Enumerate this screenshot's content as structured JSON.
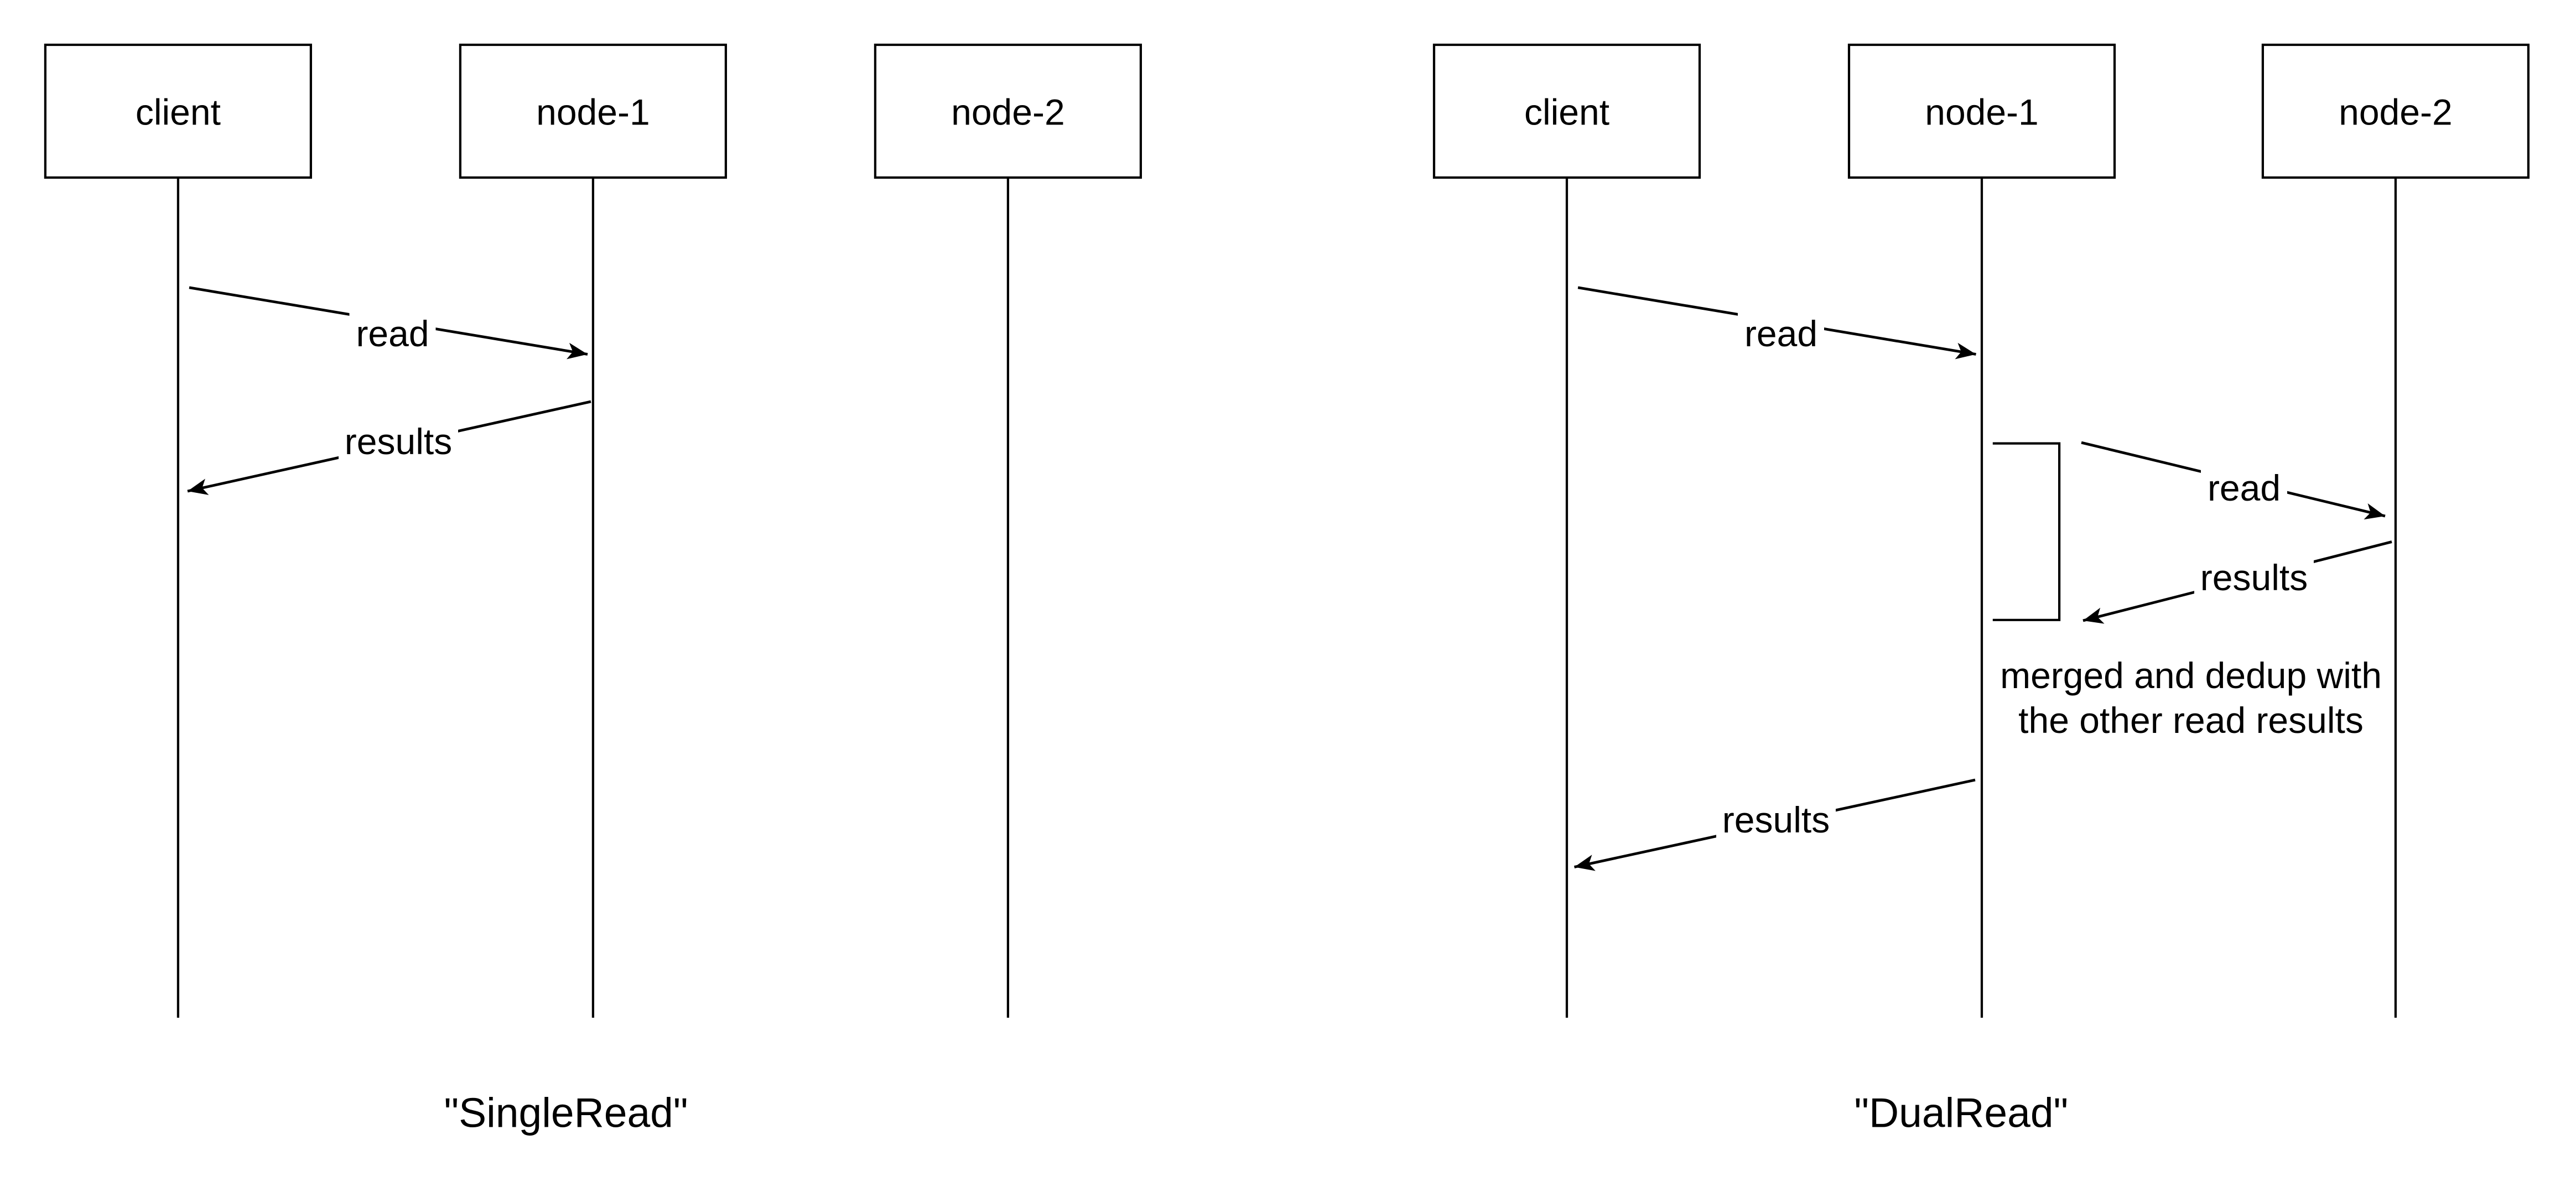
{
  "colors": {
    "ink": "#000000",
    "background": "#ffffff"
  },
  "diagrams": [
    {
      "caption": "\"SingleRead\"",
      "actors": [
        {
          "label": "client"
        },
        {
          "label": "node-1"
        },
        {
          "label": "node-2"
        }
      ],
      "messages": [
        {
          "label": "read"
        },
        {
          "label": "results"
        }
      ]
    },
    {
      "caption": "\"DualRead\"",
      "actors": [
        {
          "label": "client"
        },
        {
          "label": "node-1"
        },
        {
          "label": "node-2"
        }
      ],
      "messages": [
        {
          "label": "read"
        },
        {
          "label": "read"
        },
        {
          "label": "results"
        },
        {
          "label": "results"
        }
      ],
      "note": {
        "line1": "merged and dedup with",
        "line2": "the other read results"
      }
    }
  ]
}
